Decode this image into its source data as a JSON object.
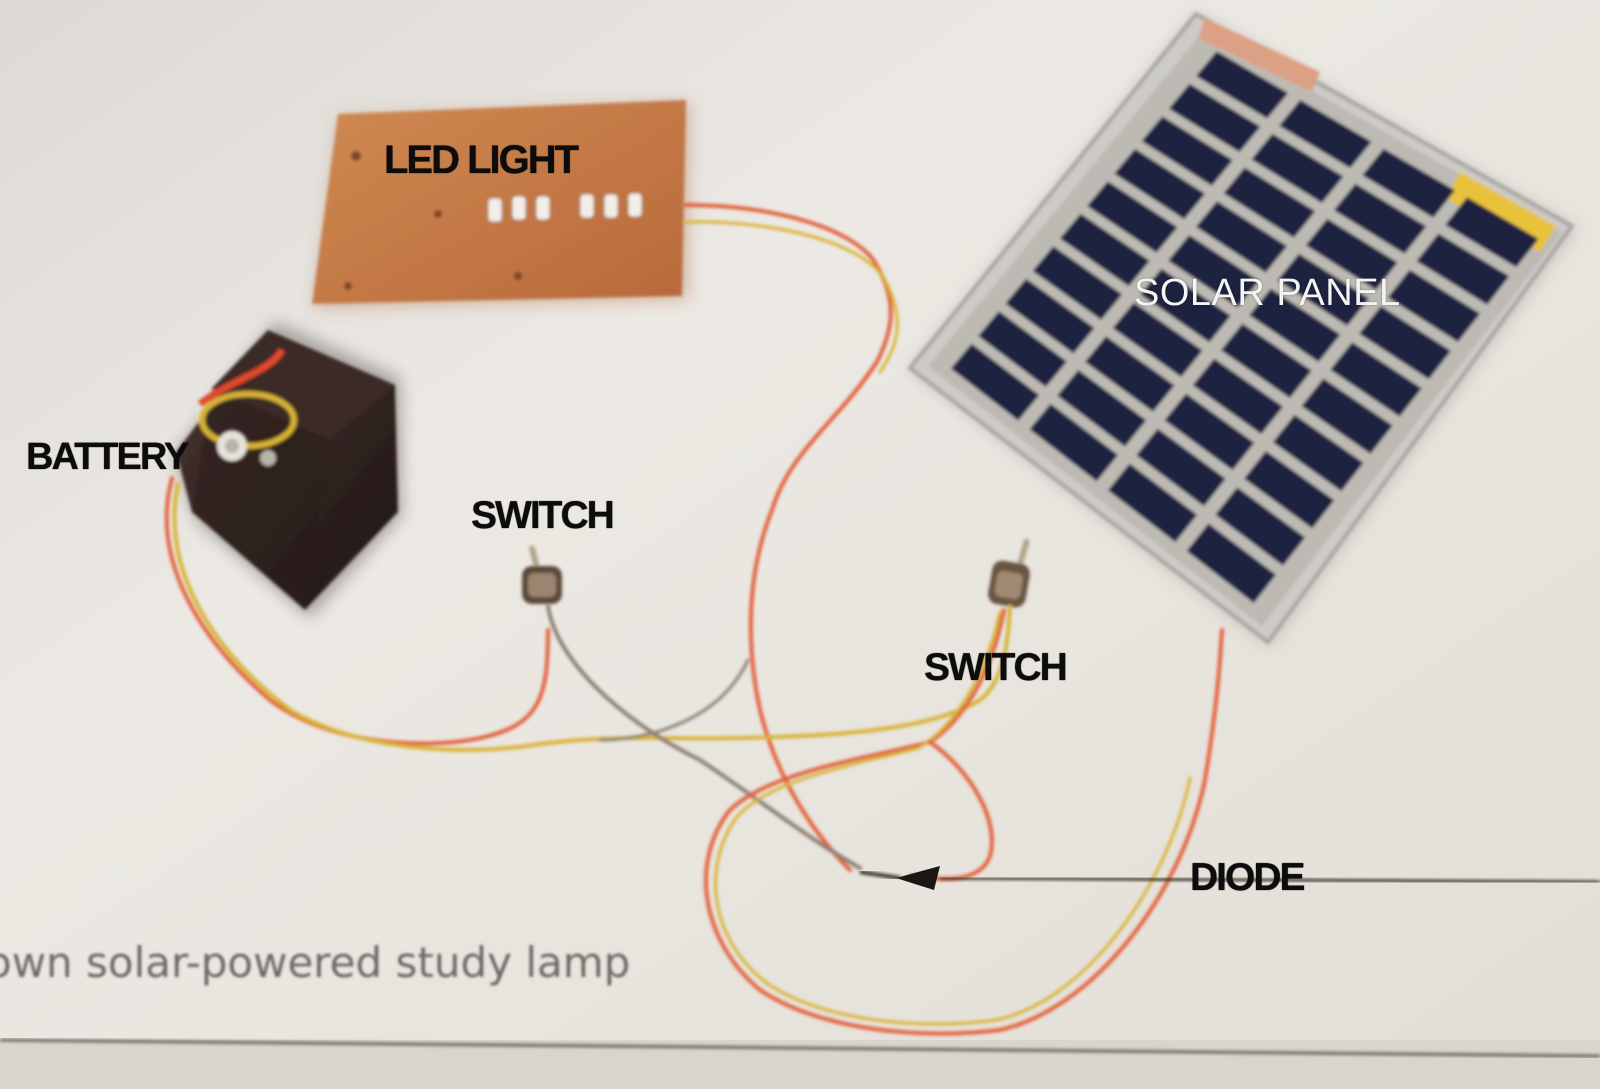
{
  "labels": {
    "led_light": "LED LIGHT",
    "battery": "BATTERY",
    "switch_left": "SWITCH",
    "switch_right": "SWITCH",
    "solar_panel": "SOLAR PANEL",
    "diode": "DIODE"
  },
  "caption": "own solar-powered study lamp",
  "colors": {
    "paper": "#e9e6e1",
    "circuit_board": "#c97a44",
    "battery_body": "#2e2220",
    "panel_frame": "#c9c7c2",
    "panel_cell": "#1c2440",
    "wire_red": "#e2603a",
    "wire_yellow": "#d8b236",
    "wire_gray": "#8a7f6e"
  }
}
